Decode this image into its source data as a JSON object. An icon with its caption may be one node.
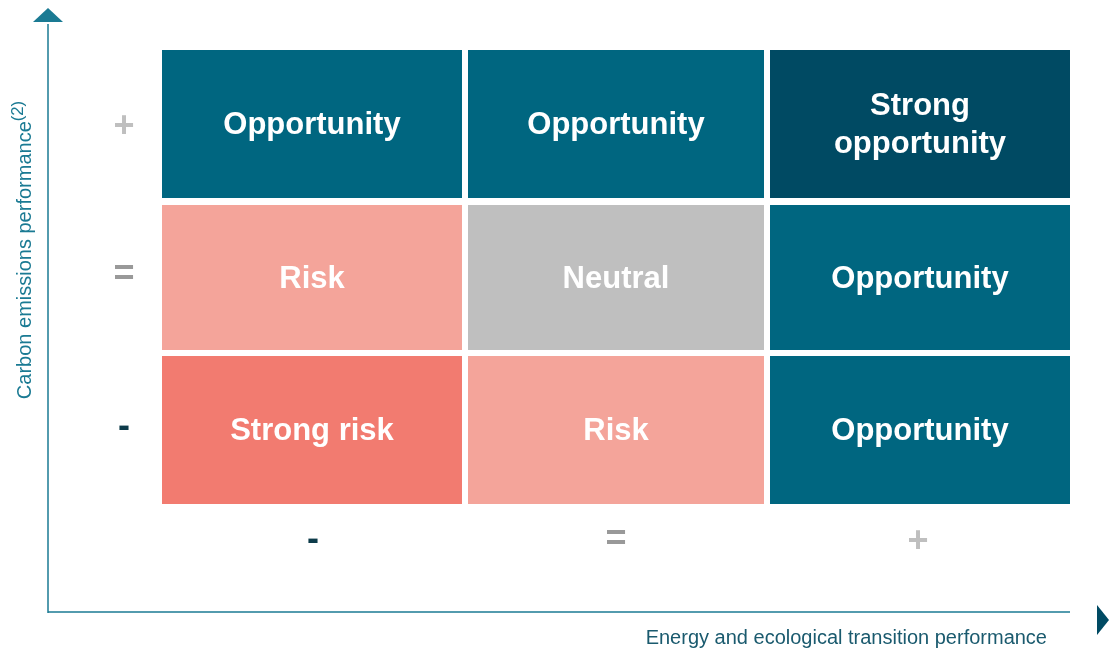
{
  "diagram": {
    "nodes": [
      {
        "text": [
          "Opportunity"
        ]
      },
      {
        "text": [
          "Opportunity"
        ]
      },
      {
        "text": [
          "Strong opportunity"
        ]
      },
      {
        "text": [
          "Risk"
        ]
      },
      {
        "text": [
          "Neutral"
        ]
      },
      {
        "text": [
          "Opportunity"
        ]
      },
      {
        "text": [
          "Strong risk"
        ]
      },
      {
        "text": [
          "Risk"
        ]
      },
      {
        "text": [
          "Opportunity"
        ]
      }
    ],
    "edges": [],
    "labels": [
      "Carbon emissions performance$^{(2)}$",
      "+",
      "=",
      "-",
      "-",
      "=",
      "+",
      "Energy and ecological transition performance"
    ]
  }
}
